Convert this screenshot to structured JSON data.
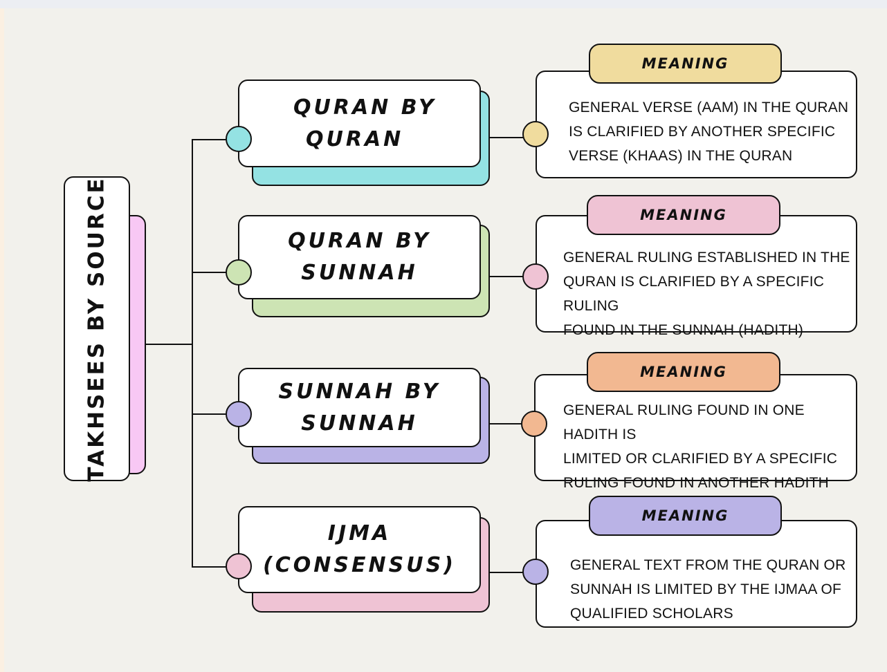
{
  "diagram": {
    "root": {
      "label": "TAKHSEES BY SOURCE",
      "accent": "#f8c8f4"
    },
    "branches": [
      {
        "source": "QURAN BY QURAN",
        "source_lines": [
          "QURAN BY",
          "QURAN"
        ],
        "source_color": "#94e2e3",
        "meaning_label": "MEANING",
        "meaning_color": "#f0dc9e",
        "description_lines": [
          "GENERAL VERSE (AAM) IN THE QURAN",
          "IS CLARIFIED BY ANOTHER SPECIFIC",
          "VERSE (KHAAS) IN THE QURAN"
        ]
      },
      {
        "source": "QURAN BY SUNNAH",
        "source_lines": [
          "QURAN BY",
          "SUNNAH"
        ],
        "source_color": "#cde4b4",
        "meaning_label": "MEANING",
        "meaning_color": "#efc3d4",
        "description_lines": [
          "GENERAL RULING ESTABLISHED IN THE",
          "QURAN IS CLARIFIED BY A SPECIFIC RULING",
          "FOUND IN THE SUNNAH (HADITH)"
        ]
      },
      {
        "source": "SUNNAH BY SUNNAH",
        "source_lines": [
          "SUNNAH BY",
          "SUNNAH"
        ],
        "source_color": "#bab3e6",
        "meaning_label": "MEANING",
        "meaning_color": "#f2b891",
        "description_lines": [
          "GENERAL RULING FOUND IN ONE HADITH IS",
          "LIMITED OR CLARIFIED BY A SPECIFIC",
          "RULING FOUND IN ANOTHER HADITH"
        ]
      },
      {
        "source": "IJMA (CONSENSUS)",
        "source_lines": [
          "IJMA",
          "(CONSENSUS)"
        ],
        "source_color": "#efc3d4",
        "meaning_label": "MEANING",
        "meaning_color": "#bab3e6",
        "description_lines": [
          "GENERAL TEXT FROM THE QURAN OR",
          "SUNNAH IS LIMITED BY THE IJMAA OF",
          "QUALIFIED SCHOLARS"
        ]
      }
    ]
  }
}
